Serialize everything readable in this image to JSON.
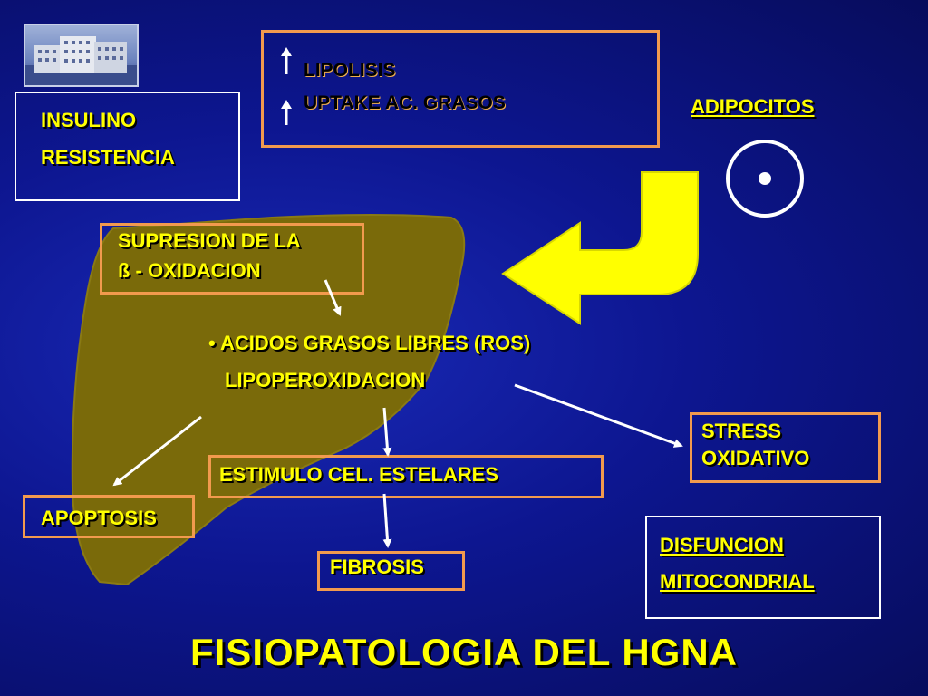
{
  "title": "FISIOPATOLOGIA DEL HGNA",
  "nodes": {
    "lipolisis": "LIPOLISIS",
    "uptake": "UPTAKE AC. GRASOS",
    "adipocitos": "ADIPOCITOS",
    "insulino": "INSULINO",
    "resistencia": "RESISTENCIA",
    "supresion_1": "SUPRESION DE LA",
    "supresion_2": "ß - OXIDACION",
    "acidos": "• ACIDOS GRASOS LIBRES (ROS)",
    "lipoperox": "LIPOPEROXIDACION",
    "stress_1": "STRESS",
    "stress_2": "OXIDATIVO",
    "estimulo": "ESTIMULO CEL. ESTELARES",
    "apoptosis": "APOPTOSIS",
    "fibrosis": "FIBROSIS",
    "disfuncion": "DISFUNCION",
    "mitocondrial": "MITOCONDRIAL"
  },
  "colors": {
    "background": "#0d1690",
    "box_border": "#f29a4e",
    "text": "#ffff00",
    "liver": "#7a6a0a",
    "curved_arrow": "#ffff00"
  },
  "icons": [
    "up-arrow-icon",
    "circled-dot-icon",
    "hospital-building-logo"
  ]
}
